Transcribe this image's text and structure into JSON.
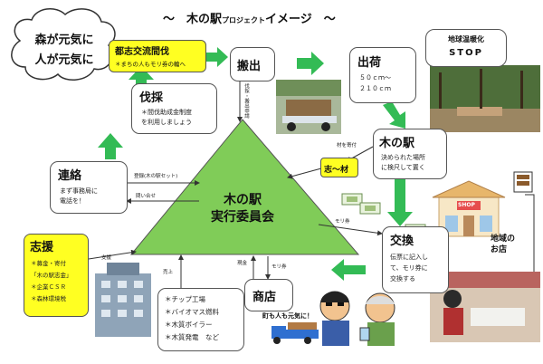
{
  "title": "～　木の駅",
  "title_small": "プロジェクト",
  "title_end": "イメージ　～",
  "cloud": {
    "line1": "森が元気に",
    "line2": "人が元気に"
  },
  "global_warming": {
    "line1": "地球温暖化",
    "line2": "STOP"
  },
  "nodes": {
    "toshi": {
      "title": "都志交流間伐",
      "sub": "＊まちの人もモリ券の輪へ"
    },
    "bassai": {
      "title": "伐採",
      "sub1": "＊間伐助成金制度",
      "sub2": "を利用しましょう"
    },
    "hanshutsu": {
      "title": "搬出"
    },
    "shukka": {
      "title": "出荷",
      "sub1": "５０ｃｍ～",
      "sub2": "２１０ｃｍ"
    },
    "kinoeki": {
      "title": "木の駅",
      "sub1": "決められた場所",
      "sub2": "に検尺して置く"
    },
    "renraku": {
      "title": "連絡",
      "sub1": "まず事務局に",
      "sub2": "電話を！"
    },
    "shien": {
      "title": "志援",
      "items": [
        "＊募金・寄付",
        "「木の駅志金」",
        "＊企業ＣＳＲ",
        "＊森林環境税"
      ]
    },
    "center": {
      "line1": "木の駅",
      "line2": "実行委員会"
    },
    "kokan": {
      "title": "交換",
      "sub1": "伝票に記入し",
      "sub2": "て、モリ券に",
      "sub3": "交換する"
    },
    "shoten": {
      "title": "商店"
    },
    "uses": {
      "items": [
        "＊チップ工場",
        "＊バイオマス燃料",
        "＊木質ボイラー",
        "＊木質発電　など"
      ]
    },
    "kokorozashi": {
      "label": "志～材"
    }
  },
  "edge_labels": {
    "shien_support": "支援",
    "toroku": "登録(木の駅セット)",
    "toiawase": "問い合せ",
    "zaizai": "材を寄付",
    "morikken": "モリ券",
    "uriage": "売上",
    "genkin": "現金",
    "morikken2": "モリ券",
    "hanshutsu_shinsei": "伐採・搬出申請"
  },
  "local_shop": {
    "line1": "地域の",
    "line2": "お店"
  },
  "town_label": "町も人も元気に！",
  "shop_sign": "SHOP",
  "colors": {
    "green_arrow": "#33bb55",
    "triangle": "#7fcc55",
    "yellow": "#ffff22",
    "border": "#555555"
  }
}
